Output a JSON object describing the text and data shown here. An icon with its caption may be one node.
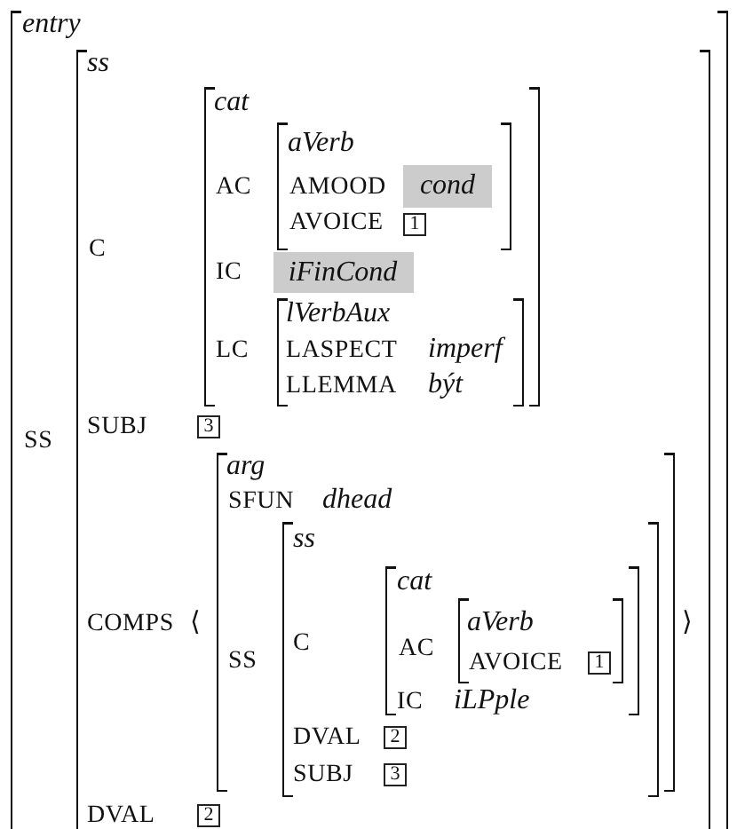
{
  "diagram": {
    "nodes": [
      {
        "text": [
          "entry"
        ]
      },
      {
        "text": [
          "ss"
        ],
        "beside": [
          "SS"
        ],
        "in": 0
      },
      {
        "text": [
          "cat"
        ],
        "in": 1
      },
      {
        "text": [
          "aVerb"
        ],
        "beside": [
          "AC"
        ],
        "in": 2
      },
      {
        "text": [
          "cond"
        ],
        "beside": [
          "AMOOD"
        ],
        "in": 3
      },
      {
        "text": [
          "1"
        ],
        "beside": [
          "AVOICE"
        ],
        "in": 3
      },
      {
        "text": [
          "iFinCond"
        ],
        "beside": [
          "IC"
        ],
        "in": 2
      },
      {
        "text": [
          "lVerbAux",
          "LASPECT",
          "imperf",
          "LLEMMA",
          "být"
        ],
        "beside": [
          "LC"
        ],
        "in": 2
      },
      {
        "text": [
          "3"
        ],
        "beside": [
          "SUBJ"
        ],
        "in": 1
      },
      {
        "text": [
          "arg",
          "SFUN",
          "dhead"
        ],
        "beside": [
          "COMPS",
          "⟨",
          "⟩"
        ],
        "in": 1
      },
      {
        "text": [
          "ss"
        ],
        "beside": [
          "SS"
        ],
        "in": 9
      },
      {
        "text": [
          "cat",
          "IC",
          "iLPple"
        ],
        "beside": [
          "C"
        ],
        "in": 10
      },
      {
        "text": [
          "aVerb"
        ],
        "beside": [
          "AC"
        ],
        "in": 11
      },
      {
        "text": [
          "1"
        ],
        "beside": [
          "AVOICE"
        ],
        "in": 12
      },
      {
        "text": [
          "2"
        ],
        "beside": [
          "DVAL"
        ],
        "in": 10
      },
      {
        "text": [
          "3"
        ],
        "beside": [
          "SUBJ"
        ],
        "in": 10
      },
      {
        "text": [
          "2"
        ],
        "beside": [
          "DVAL"
        ],
        "in": 1
      }
    ],
    "labels": [
      "C"
    ]
  }
}
